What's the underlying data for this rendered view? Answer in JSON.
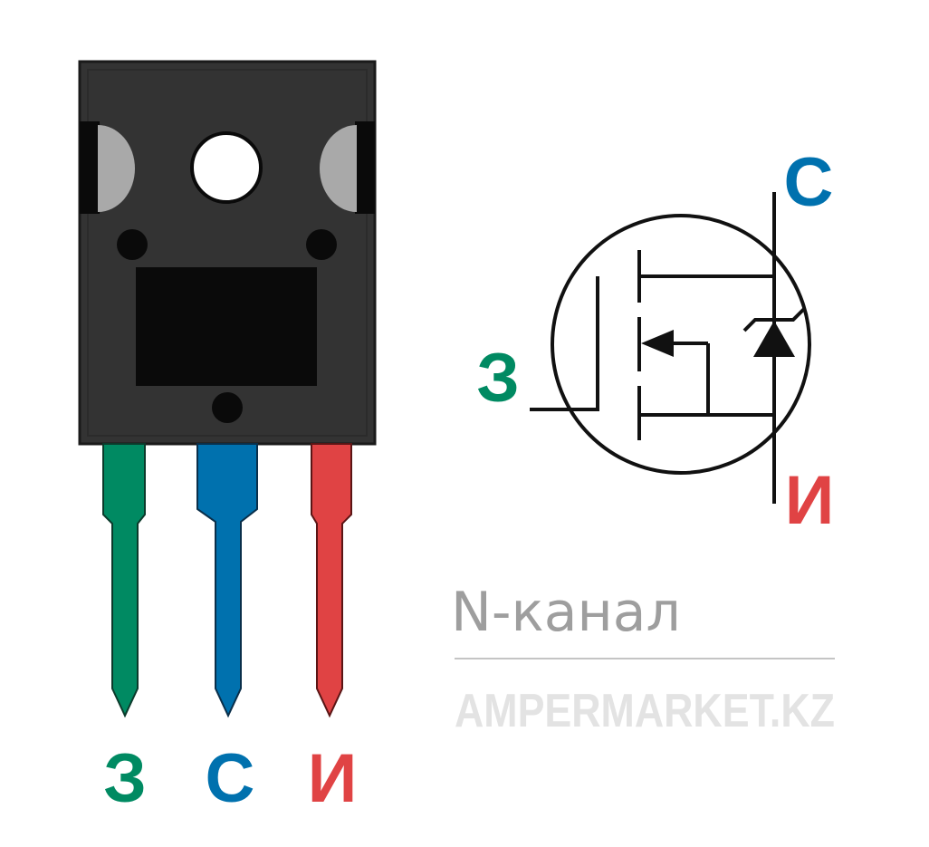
{
  "pins": [
    {
      "label": "З",
      "color": "#008a62"
    },
    {
      "label": "С",
      "color": "#0071ae"
    },
    {
      "label": "И",
      "color": "#e04344"
    }
  ],
  "symbol": {
    "gate_label": "З",
    "drain_label": "С",
    "source_label": "И"
  },
  "channel_type": "N-канал",
  "brand": "AMPERMARKET.KZ",
  "colors": {
    "gate": "#008a62",
    "drain": "#0071ae",
    "source": "#e04344",
    "body": "#333333",
    "subtitle": "#9e9e9e",
    "brand": "#e3e3e3"
  }
}
